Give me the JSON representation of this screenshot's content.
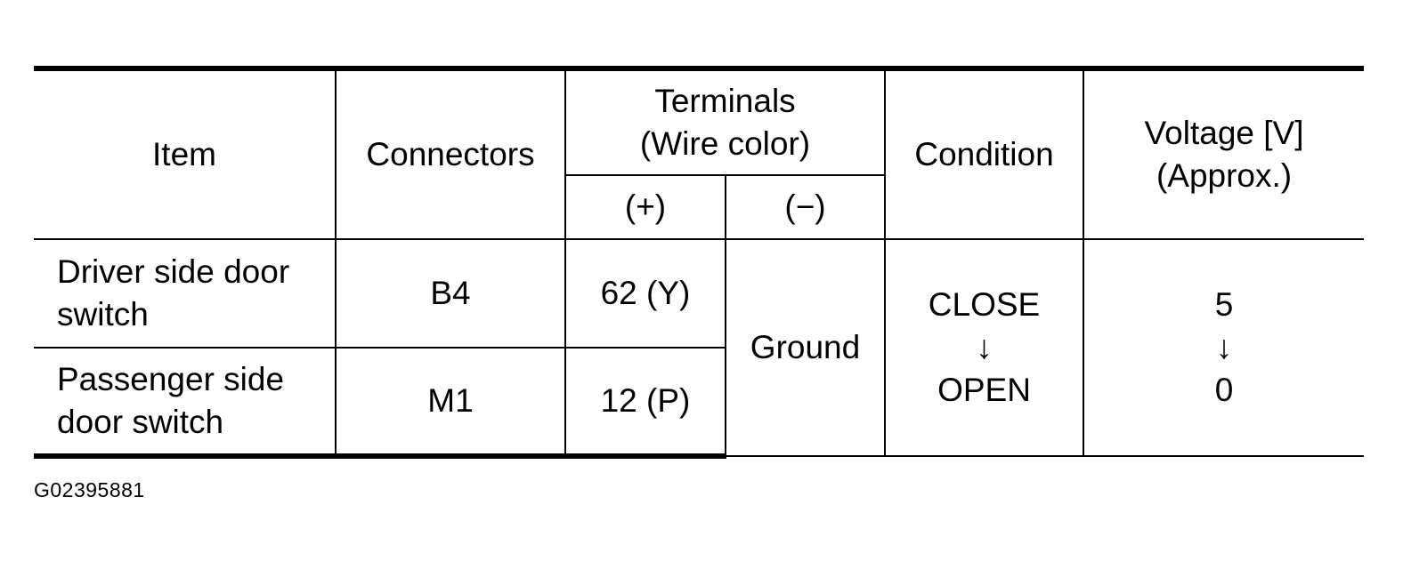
{
  "table": {
    "headers": {
      "item": "Item",
      "connectors": "Connectors",
      "terminals_line1": "Terminals",
      "terminals_line2": "(Wire color)",
      "plus": "(+)",
      "minus": "(−)",
      "condition": "Condition",
      "voltage_line1": "Voltage [V]",
      "voltage_line2": "(Approx.)"
    },
    "rows": [
      {
        "item_line1": "Driver side door",
        "item_line2": "switch",
        "connector": "B4",
        "plus_terminal": "62 (Y)"
      },
      {
        "item_line1": "Passenger side",
        "item_line2": "door switch",
        "connector": "M1",
        "plus_terminal": "12 (P)"
      }
    ],
    "shared": {
      "minus_terminal": "Ground",
      "condition_from": "CLOSE",
      "condition_arrow": "↓",
      "condition_to": "OPEN",
      "voltage_from": "5",
      "voltage_arrow": "↓",
      "voltage_to": "0"
    }
  },
  "figure_code": "G02395881"
}
